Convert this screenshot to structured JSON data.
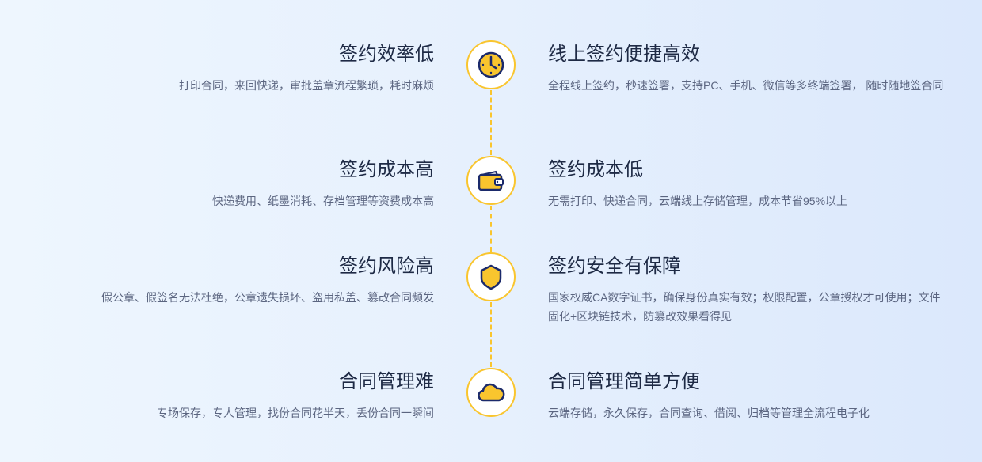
{
  "rows": [
    {
      "left_title": "签约效率低",
      "left_desc": "打印合同，来回快递，审批盖章流程繁琐，耗时麻烦",
      "icon": "clock-icon",
      "right_title": "线上签约便捷高效",
      "right_desc": "全程线上签约，秒速签署，支持PC、手机、微信等多终端签署， 随时随地签合同"
    },
    {
      "left_title": "签约成本高",
      "left_desc": "快递费用、纸墨消耗、存档管理等资费成本高",
      "icon": "wallet-icon",
      "right_title": "签约成本低",
      "right_desc": "无需打印、快递合同，云端线上存储管理，成本节省95%以上"
    },
    {
      "left_title": "签约风险高",
      "left_desc": "假公章、假签名无法杜绝，公章遗失损坏、盗用私盖、篡改合同频发",
      "icon": "shield-icon",
      "right_title": "签约安全有保障",
      "right_desc": "国家权威CA数字证书，确保身份真实有效；权限配置，公章授权才可使用；文件固化+区块链技术，防篡改效果看得见"
    },
    {
      "left_title": "合同管理难",
      "left_desc": "专场保存，专人管理，找份合同花半天，丢份合同一瞬间",
      "icon": "cloud-icon",
      "right_title": "合同管理简单方便",
      "right_desc": "云端存储，永久保存，合同查询、借阅、归档等管理全流程电子化"
    }
  ],
  "colors": {
    "accent": "#f9c52e",
    "icon_stroke": "#1b2a6b",
    "title": "#1e2a45",
    "text": "#5b6580"
  }
}
